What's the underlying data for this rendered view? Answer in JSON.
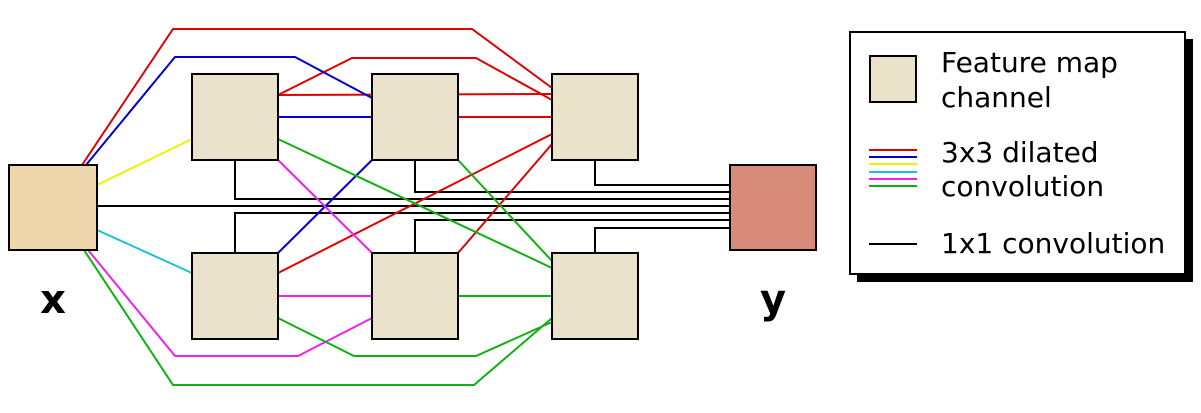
{
  "colors": {
    "input_fill": "#f0d6ac",
    "feature_fill": "#ebe2cc",
    "output_fill": "#d98b7a",
    "red": "#e00000",
    "blue": "#0000d0",
    "yellow": "#f0f000",
    "cyan": "#20c0d0",
    "magenta": "#f020f0",
    "green": "#10b010",
    "black": "#000000"
  },
  "nodes": {
    "input_label": "x",
    "output_label": "y"
  },
  "legend": {
    "feature_label_line1": "Feature map",
    "feature_label_line2": "channel",
    "dilated_label_line1": "3x3 dilated",
    "dilated_label_line2": "convolution",
    "pointwise_label": "1x1 convolution"
  }
}
